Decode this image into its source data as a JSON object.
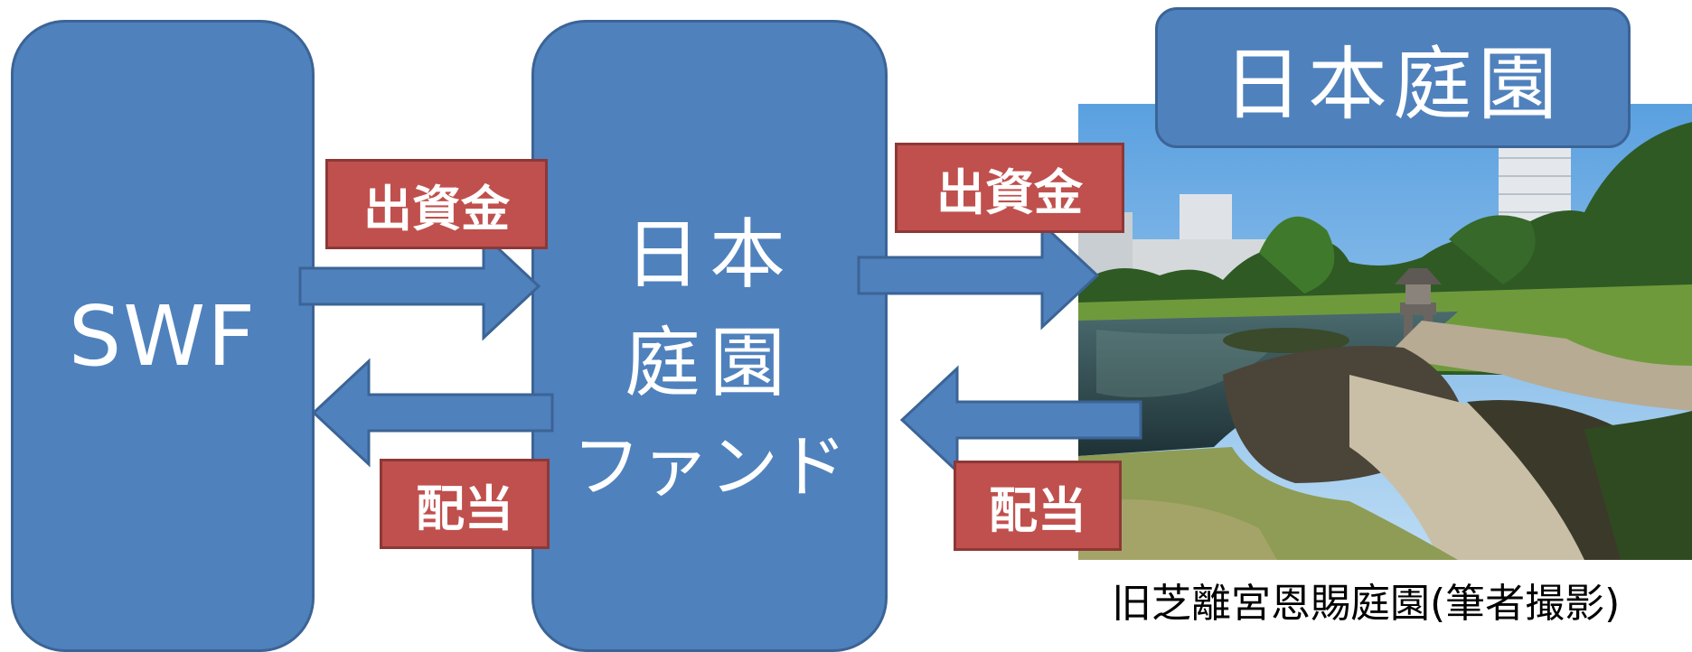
{
  "nodes": {
    "swf": "SWF",
    "fund_line1": "日本",
    "fund_line2": "庭園",
    "fund_line3": "ファンド",
    "garden_title": "日本庭園"
  },
  "labels": {
    "investment_left": "出資金",
    "investment_right": "出資金",
    "dividend_left": "配当",
    "dividend_right": "配当"
  },
  "photo": {
    "icon": "garden-photo",
    "caption": "旧芝離宮恩賜庭園(筆者撮影)"
  },
  "colors": {
    "node_fill": "#4f81bd",
    "node_border": "#3b6496",
    "label_fill": "#c0504d",
    "arrow_fill": "#4f81bd"
  }
}
